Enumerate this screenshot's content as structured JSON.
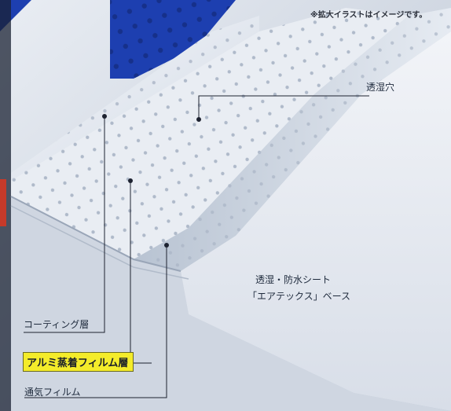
{
  "disclaimer": "※拡大イラストはイメージです。",
  "labels": {
    "pore": "透湿穴",
    "sheet_line1": "透湿・防水シート",
    "sheet_line2": "「エアテックス」ベース",
    "coating_layer": "コーティング層",
    "aluminum_layer": "アルミ蒸着フィルム層",
    "vent_film": "通気フィルム"
  },
  "colors": {
    "background": "#d7dde6",
    "blue_backdrop": "#1d3fb0",
    "highlight": "#f4ec2a",
    "film": "#ecf0f6"
  }
}
